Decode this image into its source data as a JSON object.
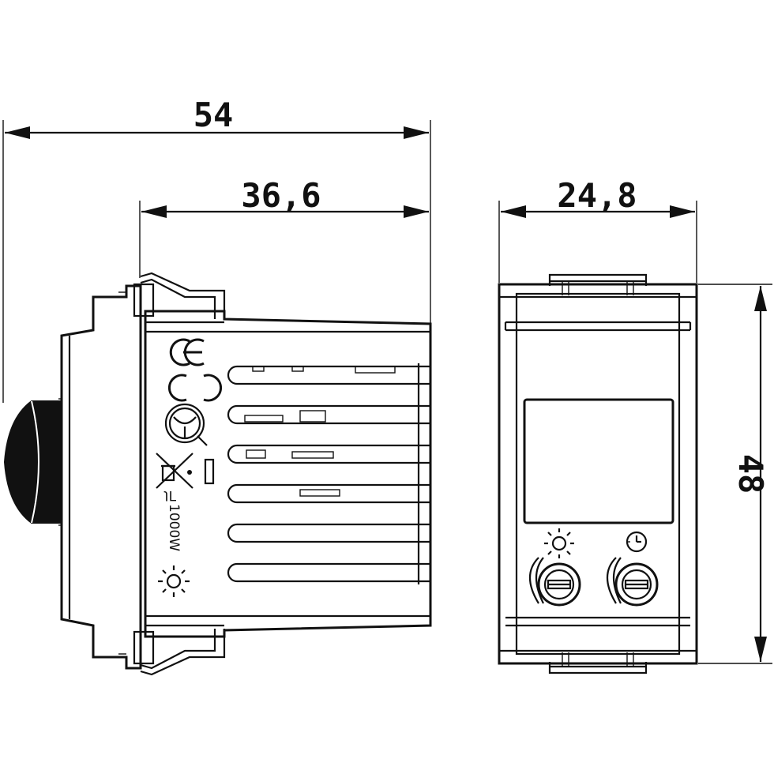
{
  "colors": {
    "line": "#111111",
    "background": "#ffffff"
  },
  "dimensions": {
    "overall_depth": "54",
    "body_depth": "36,6",
    "width": "24,8",
    "height": "48"
  },
  "side_view": {
    "rating": "1000W",
    "marks": [
      "ce-mark-icon",
      "c-tick-mark-icon",
      "lamp-symbol-icon",
      "weee-bin-icon",
      "phase-symbol-icon",
      "sun-icon"
    ]
  },
  "front_view": {
    "knobs": [
      {
        "icon": "sun-icon"
      },
      {
        "icon": "clock-icon"
      }
    ]
  }
}
